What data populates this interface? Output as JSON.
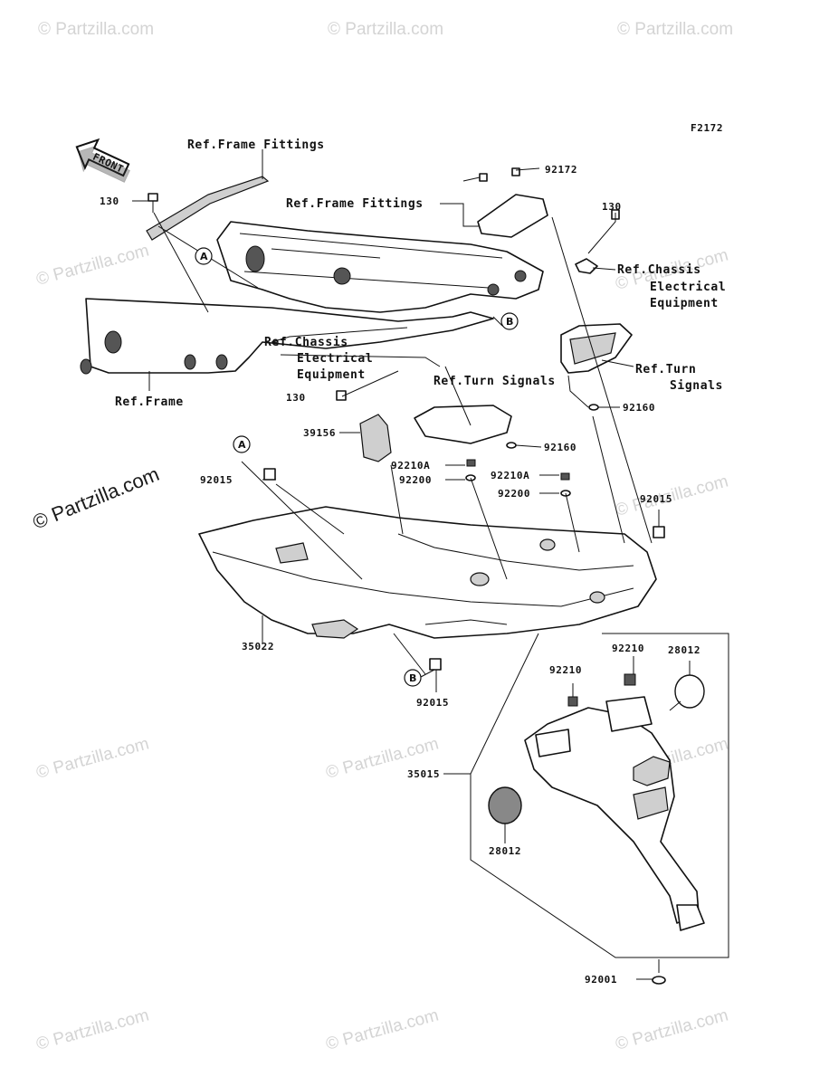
{
  "figure_code": "F2172",
  "front_label": "FRONT",
  "watermark_text": "© Partzilla.com",
  "watermark_main": "© Partzilla.com",
  "labels": {
    "ref_frame_fittings_1": "Ref.Frame Fittings",
    "ref_frame_fittings_2": "Ref.Frame Fittings",
    "p92172": "92172",
    "p130_a": "130",
    "p130_b": "130",
    "p130_c": "130",
    "ref_chassis_1_l1": "Ref.Chassis",
    "ref_chassis_1_l2": "Electrical",
    "ref_chassis_1_l3": "Equipment",
    "ref_chassis_2_l1": "Ref.Chassis",
    "ref_chassis_2_l2": "Electrical",
    "ref_chassis_2_l3": "Equipment",
    "ref_frame": "Ref.Frame",
    "ref_turn_1": "Ref.Turn Signals",
    "ref_turn_2_l1": "Ref.Turn",
    "ref_turn_2_l2": "Signals",
    "p92160_a": "92160",
    "p92160_b": "92160",
    "p39156": "39156",
    "p92015_a": "92015",
    "p92015_b": "92015",
    "p92015_c": "92015",
    "p92210A_a": "92210A",
    "p92210A_b": "92210A",
    "p92200_a": "92200",
    "p92200_b": "92200",
    "p35022": "35022",
    "p92210_a": "92210",
    "p92210_b": "92210",
    "p28012_a": "28012",
    "p28012_b": "28012",
    "p35015": "35015",
    "p92001": "92001",
    "circle_a1": "A",
    "circle_a2": "A",
    "circle_b1": "B",
    "circle_b2": "B"
  }
}
